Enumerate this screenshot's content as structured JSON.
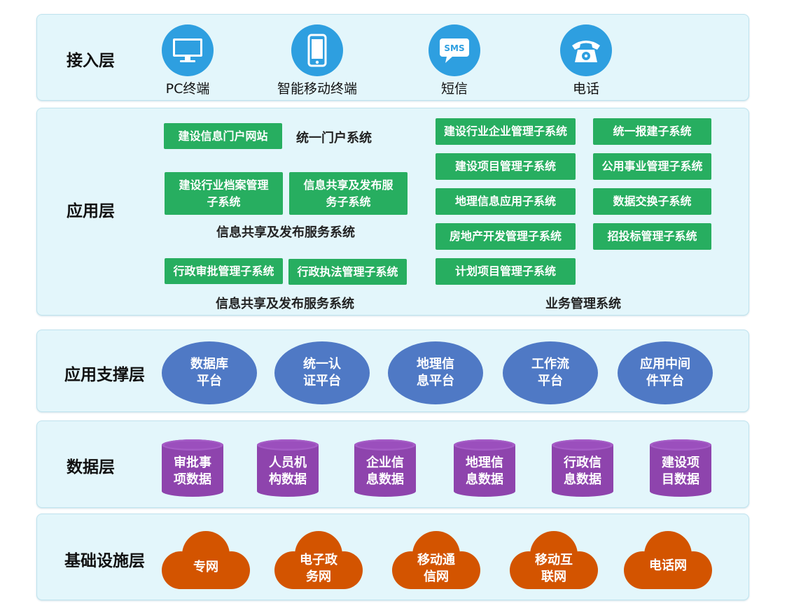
{
  "layers": {
    "access": "接入层",
    "application": "应用层",
    "support": "应用支撑层",
    "data": "数据层",
    "infrastructure": "基础设施层"
  },
  "access": {
    "items": [
      {
        "label": "PC终端",
        "icon": "monitor-icon"
      },
      {
        "label": "智能移动终端",
        "icon": "smartphone-icon"
      },
      {
        "label": "短信",
        "icon": "sms-icon",
        "icon_text": "SMS"
      },
      {
        "label": "电话",
        "icon": "telephone-icon"
      }
    ]
  },
  "application": {
    "portal_site": "建设信息门户网站",
    "portal_caption": "统一门户系统",
    "archive_line1": "建设行业档案管理",
    "archive_line2": "子系统",
    "share_line1": "信息共享及发布服",
    "share_line2": "务子系统",
    "share_caption": "信息共享及发布服务系统",
    "admin_approval": "行政审批管理子系统",
    "admin_enforcement": "行政执法管理子系统",
    "admin_caption": "信息共享及发布服务系统",
    "business_items": [
      "建设行业企业管理子系统",
      "统一报建子系统",
      "建设项目管理子系统",
      "公用事业管理子系统",
      "地理信息应用子系统",
      "数据交换子系统",
      "房地产开发管理子系统",
      "招投标管理子系统",
      "计划项目管理子系统"
    ],
    "business_caption": "业务管理系统"
  },
  "support": {
    "items": [
      {
        "line1": "数据库",
        "line2": "平台"
      },
      {
        "line1": "统一认",
        "line2": "证平台"
      },
      {
        "line1": "地理信",
        "line2": "息平台"
      },
      {
        "line1": "工作流",
        "line2": "平台"
      },
      {
        "line1": "应用中间",
        "line2": "件平台"
      }
    ]
  },
  "data": {
    "items": [
      {
        "line1": "审批事",
        "line2": "项数据"
      },
      {
        "line1": "人员机",
        "line2": "构数据"
      },
      {
        "line1": "企业信",
        "line2": "息数据"
      },
      {
        "line1": "地理信",
        "line2": "息数据"
      },
      {
        "line1": "行政信",
        "line2": "息数据"
      },
      {
        "line1": "建设项",
        "line2": "目数据"
      }
    ]
  },
  "infrastructure": {
    "items": [
      {
        "line1": "专网",
        "line2": ""
      },
      {
        "line1": "电子政",
        "line2": "务网"
      },
      {
        "line1": "移动通",
        "line2": "信网"
      },
      {
        "line1": "移动互",
        "line2": "联网"
      },
      {
        "line1": "电话网",
        "line2": ""
      }
    ]
  },
  "colors": {
    "layer_bg": "#e3f6fb",
    "access_icon": "#2e9fe0",
    "app_button": "#27ae60",
    "support_ellipse": "#4f79c5",
    "data_cylinder": "#8e44ad",
    "cloud": "#d35400"
  }
}
